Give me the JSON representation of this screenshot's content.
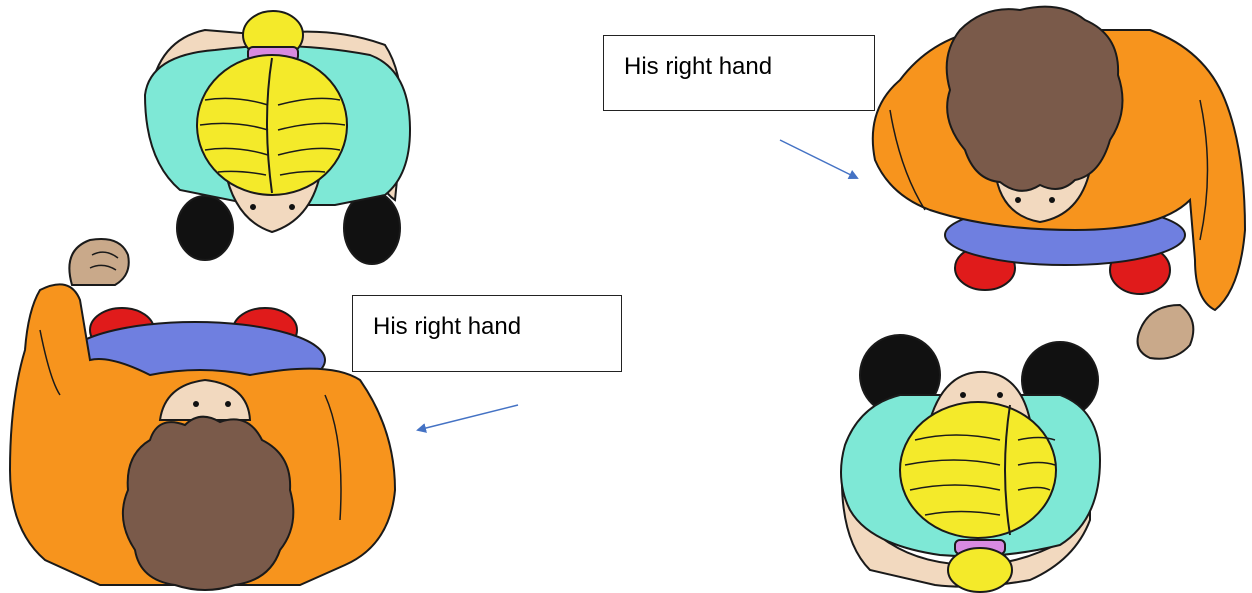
{
  "labels": {
    "top_right": "His right hand",
    "left": "His right hand"
  },
  "colors": {
    "outline": "#1a1a1a",
    "orange_jacket": "#f7941d",
    "brown_hair": "#7a5a4a",
    "blue_shirt": "#6f7fe0",
    "red_shoes": "#e01b1b",
    "teal_top": "#7ee8d6",
    "yellow_hair": "#f4ea2a",
    "pink_band": "#d88ae0",
    "skin": "#f2d9bf",
    "black_shoes": "#111111",
    "arrow_blue": "#4472c4"
  },
  "figures": [
    {
      "name": "girl-top-left",
      "facing": "down"
    },
    {
      "name": "boy-bottom-left",
      "facing": "up"
    },
    {
      "name": "boy-top-right",
      "facing": "down"
    },
    {
      "name": "girl-bottom-right",
      "facing": "up"
    }
  ]
}
